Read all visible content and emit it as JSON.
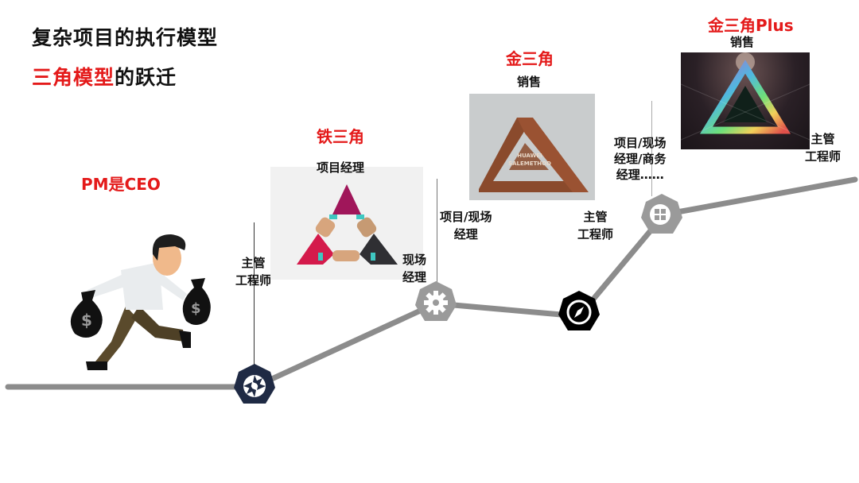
{
  "header": {
    "title_line1": "复杂项目的执行模型",
    "title_line2_red": "三角模型",
    "title_line2_black": "的跃迁"
  },
  "stages": [
    {
      "title": "PM是CEO",
      "illustration": "running-man-with-money-bags",
      "node_icon": "camera-aperture-icon",
      "node_color": "#1f2a44",
      "node_label": [
        "主管",
        "工程师"
      ]
    },
    {
      "title": "铁三角",
      "illustration": "handshake-triangle",
      "labels": {
        "top": "项目经理",
        "right": [
          "现场",
          "经理"
        ]
      },
      "node_icon": "gear-icon",
      "node_color": "#9a9a9a",
      "node_label": [
        "项目/现场",
        "经理"
      ]
    },
    {
      "title": "金三角",
      "illustration": "penrose-triangle",
      "image_text": [
        "HUAWEI",
        "SALEMETHOD"
      ],
      "labels": {
        "top": "销售",
        "right": [
          "主管",
          "工程师"
        ]
      },
      "node_icon": "compass-icon",
      "node_color": "#000000"
    },
    {
      "title": "金三角Plus",
      "illustration": "glowing-prism-triangle",
      "labels": {
        "top": "销售",
        "right": [
          "主管",
          "工程师"
        ]
      },
      "node_icon": "windows-icon",
      "node_color": "#9a9a9a",
      "node_label": [
        "项目/现场",
        "经理/商务",
        "经理……"
      ]
    }
  ],
  "colors": {
    "accent_red": "#e41a1a",
    "path_gray": "#8c8c8c",
    "node_navy": "#1f2a44",
    "node_gray": "#9a9a9a",
    "node_black": "#000000"
  }
}
